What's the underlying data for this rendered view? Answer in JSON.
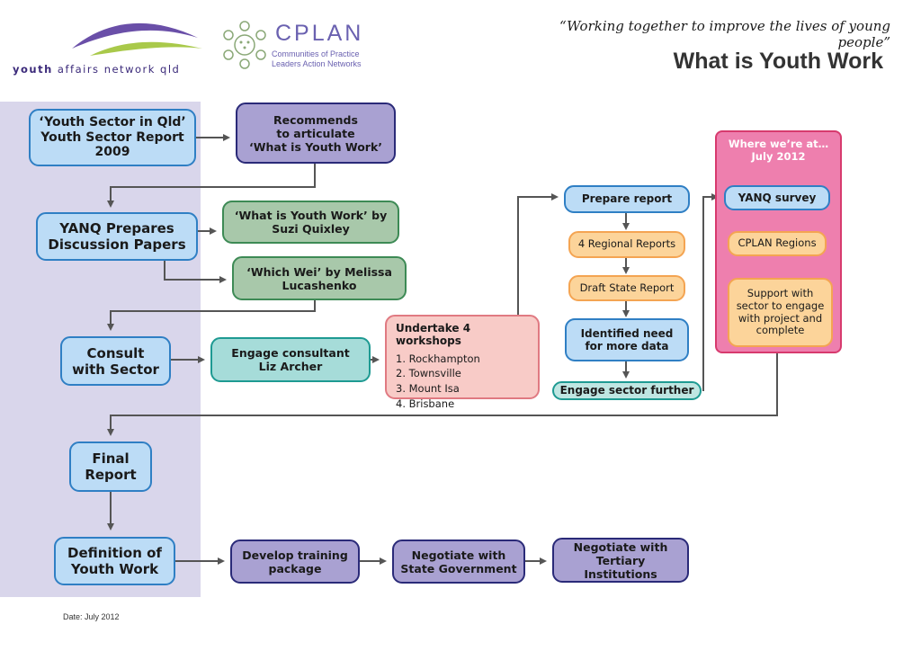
{
  "header": {
    "org_name_bold": "youth",
    "org_name_rest": " affairs network qld",
    "cplan_name": "CPLAN",
    "cplan_subtitle": "Communities of Practice\nLeaders Action Networks",
    "quote": "“Working together to improve the lives of young people”",
    "title": "What is Youth Work"
  },
  "nodes": {
    "youth_sector_report": "‘Youth Sector in Qld’\nYouth Sector Report\n2009",
    "recommends": "Recommends\nto articulate\n‘What is Youth Work’",
    "yanq_prepares": "YANQ Prepares\nDiscussion Papers",
    "paper_quixley": "‘What is Youth Work’ by\nSuzi Quixley",
    "paper_lucashenko": "‘Which Wei’ by Melissa\nLucashenko",
    "consult": "Consult\nwith Sector",
    "engage_consultant": "Engage consultant\nLiz Archer",
    "workshops_title": "Undertake 4 workshops",
    "workshops": [
      "1. Rockhampton",
      "2. Townsville",
      "3. Mount Isa",
      "4. Brisbane"
    ],
    "prepare_report": "Prepare report",
    "regional_reports": "4 Regional Reports",
    "draft_state": "Draft State Report",
    "identified_need": "Identified need\nfor more data",
    "engage_further": "Engage sector further",
    "where_title": "Where we’re at…\nJuly 2012",
    "yanq_survey": "YANQ survey",
    "cplan_regions": "CPLAN Regions",
    "support": "Support with\nsector to engage\nwith project and\ncomplete",
    "final_report": "Final\nReport",
    "definition": "Definition of\nYouth Work",
    "develop_training": "Develop training\npackage",
    "negotiate_state": "Negotiate with\nState Government",
    "negotiate_tertiary": "Negotiate with\nTertiary Institutions"
  },
  "footer": {
    "date": "Date: July 2012"
  },
  "colors": {
    "lane": "#d9d6eb",
    "blue": "#bcdcf6",
    "purple": "#a9a1d2",
    "green": "#a8c8aa",
    "teal": "#a6dcd9",
    "pink": "#f8cbc7",
    "orange": "#fcd49a",
    "magenta": "#ee7fae",
    "arrow": "#555555"
  }
}
